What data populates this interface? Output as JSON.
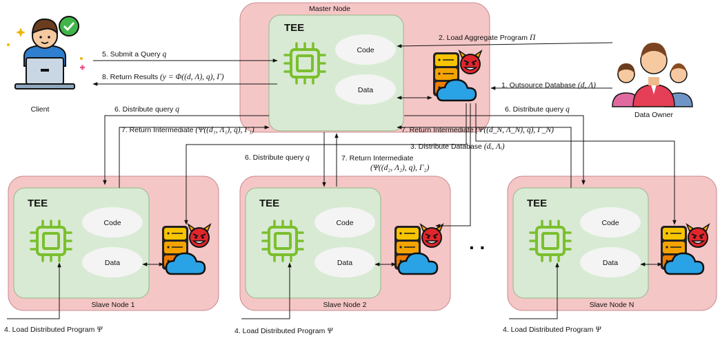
{
  "nodes": {
    "master": {
      "label": "Master Node",
      "tee": "TEE",
      "code": "Code",
      "data": "Data"
    },
    "slave1": {
      "label": "Slave Node 1",
      "tee": "TEE",
      "code": "Code",
      "data": "Data"
    },
    "slave2": {
      "label": "Slave Node 2",
      "tee": "TEE",
      "code": "Code",
      "data": "Data"
    },
    "slaveN": {
      "label": "Slave Node N",
      "tee": "TEE",
      "code": "Code",
      "data": "Data"
    }
  },
  "actors": {
    "client": "Client",
    "owner": "Data Owner"
  },
  "ellipsis": ". .",
  "steps": {
    "s1": {
      "text": "1. Outsource Database",
      "math": "(d, Λ)"
    },
    "s2": {
      "text": "2. Load Aggregate Program",
      "math": "Π"
    },
    "s3": {
      "text": "3. Distribute Database",
      "math": "(dᵢ, Λᵢ)"
    },
    "s4a": {
      "text": "4. Load Distributed Program",
      "math": "Ψ"
    },
    "s4b": {
      "text": "4. Load Distributed Program",
      "math": "Ψ"
    },
    "s4c": {
      "text": "4. Load Distributed Program",
      "math": "Ψ"
    },
    "s5": {
      "text": "5. Submit a Query",
      "math": "q"
    },
    "s6a": {
      "text": "6. Distribute query",
      "math": "q"
    },
    "s6b": {
      "text": "6. Distribute query",
      "math": "q"
    },
    "s6c": {
      "text": "6. Distribute query",
      "math": "q"
    },
    "s7a": {
      "text": "7. Return Intermediate",
      "math": "(Ψ((d₁, Λ₁), q), Γ₁)"
    },
    "s7b": {
      "text": "7. Return Intermediate",
      "math": "(Ψ((d₂, Λ₂), q), Γ₂)"
    },
    "s7c": {
      "text": "7. Return Intermediate",
      "math": "(Ψ((d_N, Λ_N), q), Γ_N)"
    },
    "s8": {
      "text": "8. Return Results",
      "math": "(y = Φ((d, Λ), q), Γ)"
    }
  },
  "colors": {
    "node_fill": "#f5c6c6",
    "node_stroke": "#c9898d",
    "tee_fill": "#d8ead3",
    "tee_stroke": "#8fb98a",
    "chip": "#7bbf2e",
    "db_top": "#f8c400",
    "db_mid": "#f5a300",
    "db_low": "#ef7d00",
    "cloud": "#2aa3e6",
    "devil": "#e0262d",
    "horn": "#f6a800"
  },
  "icons": [
    "chip-icon",
    "database-icon",
    "cloud-icon",
    "devil-icon",
    "client-person-icon",
    "laptop-icon",
    "check-badge-icon",
    "data-owner-group-icon"
  ]
}
